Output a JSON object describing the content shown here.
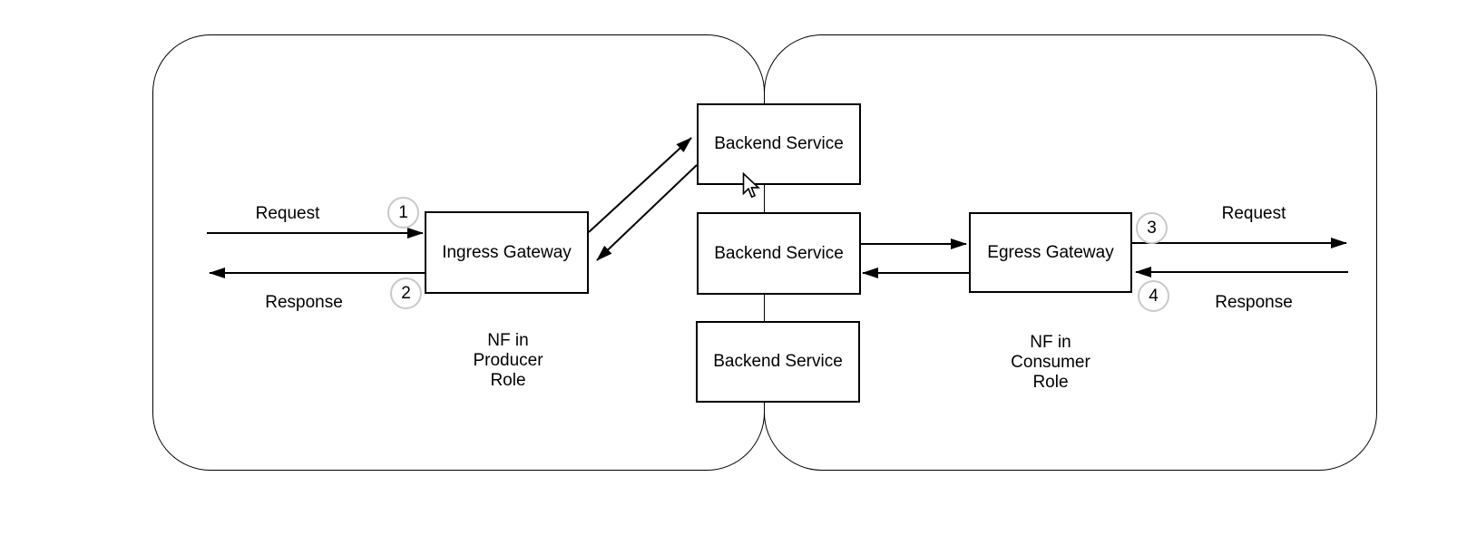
{
  "regions": {
    "producer": {
      "caption": "NF in\nProducer\nRole"
    },
    "consumer": {
      "caption": "NF in\nConsumer\nRole"
    }
  },
  "nodes": {
    "ingress_gateway": {
      "label": "Ingress Gateway"
    },
    "egress_gateway": {
      "label": "Egress Gateway"
    },
    "backend_top": {
      "label": "Backend Service"
    },
    "backend_middle": {
      "label": "Backend Service"
    },
    "backend_bottom": {
      "label": "Backend Service"
    }
  },
  "flows": {
    "producer_request": {
      "label": "Request",
      "step": "1"
    },
    "producer_response": {
      "label": "Response",
      "step": "2"
    },
    "consumer_request": {
      "label": "Request",
      "step": "3"
    },
    "consumer_response": {
      "label": "Response",
      "step": "4"
    }
  },
  "colors": {
    "background": "#ffffff",
    "line": "#000000",
    "node_fill": "#ffffff",
    "node_border": "#000000",
    "step_badge_border": "#c9c9c9"
  }
}
